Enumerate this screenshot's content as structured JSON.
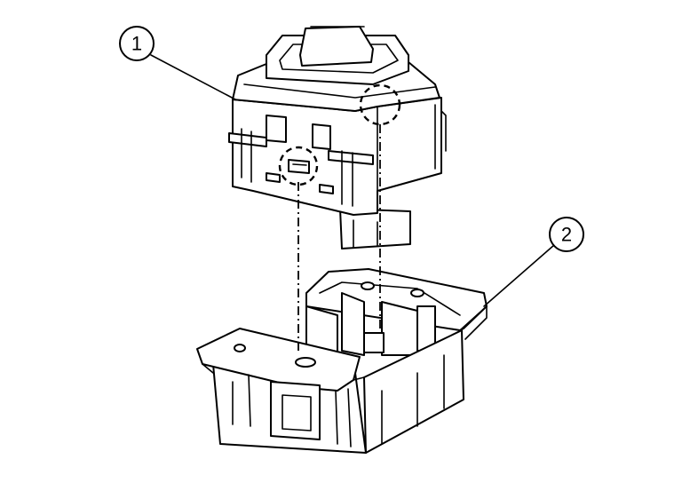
{
  "callouts": [
    {
      "label": "1",
      "part": "switch"
    },
    {
      "label": "2",
      "part": "bracket"
    }
  ],
  "colors": {
    "line": "#000000",
    "background": "#ffffff"
  }
}
